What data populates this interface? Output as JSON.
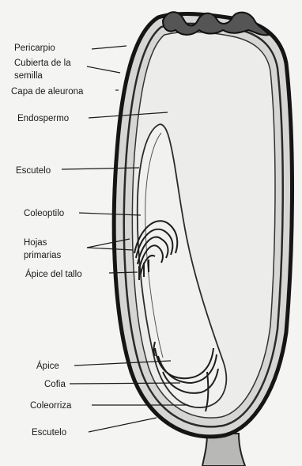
{
  "labels": {
    "pericarpio": "Pericarpio",
    "cubierta_l1": "Cubierta de la",
    "cubierta_l2": "semilla",
    "aleurona": "Capa de aleurona",
    "endospermo": "Endospermo",
    "escutelo_top": "Escutelo",
    "coleoptilo": "Coleoptilo",
    "hojas_l1": "Hojas",
    "hojas_l2": "primarias",
    "apice_tallo": "Ápice del tallo",
    "apice": "Ápice",
    "cofia": "Cofia",
    "coleorriza": "Coleorriza",
    "escutelo_bottom": "Escutelo"
  }
}
